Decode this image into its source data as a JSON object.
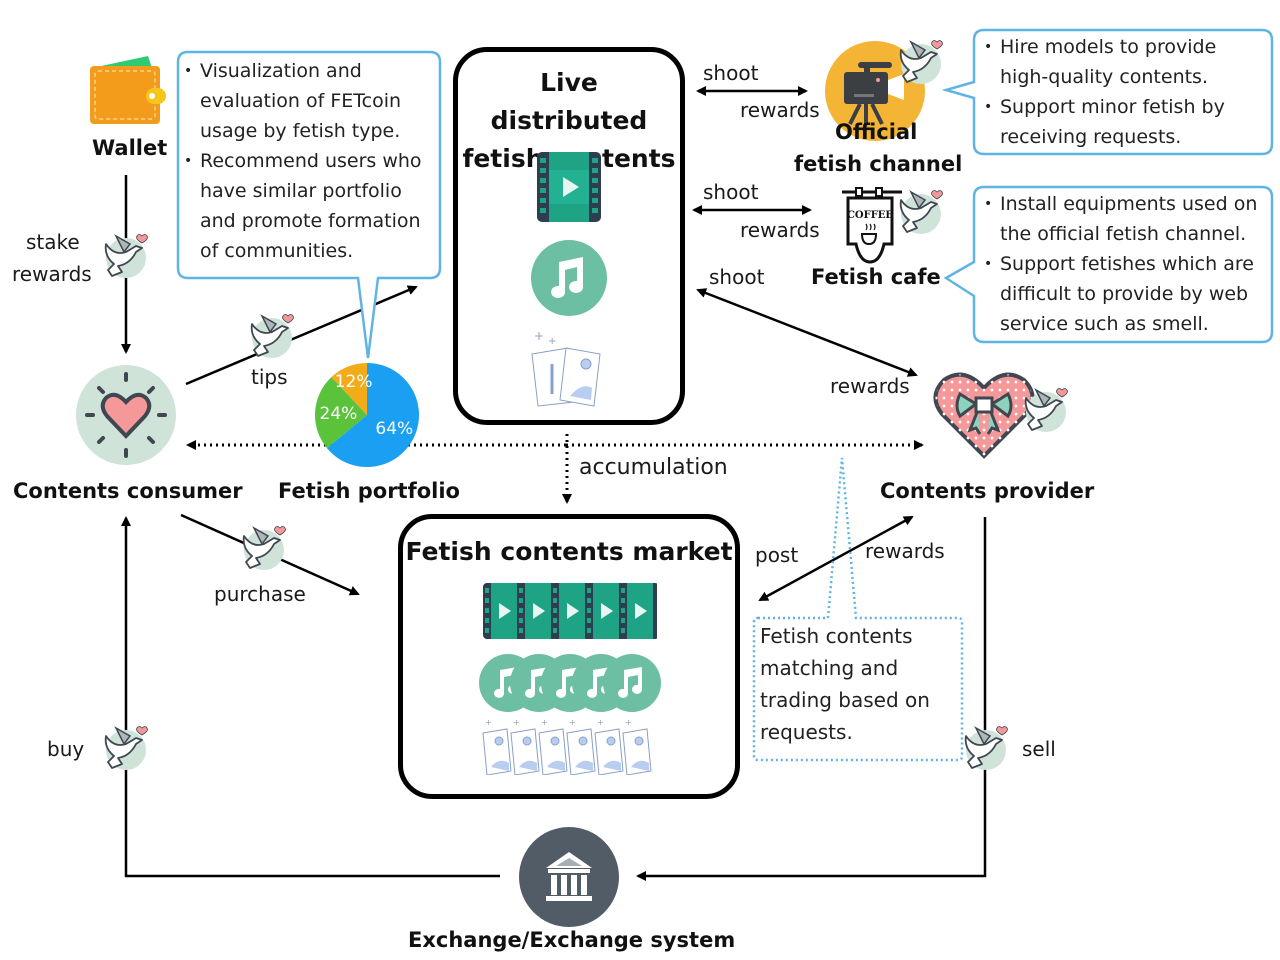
{
  "colors": {
    "callout_border": "#5fb4e3",
    "dove_bg": "#cfe3d8",
    "mint": "#6dbfa3",
    "film": "#1fa385",
    "film_dark": "#2c3e50",
    "wallet": "#f39c1b",
    "bank": "#525c66",
    "heart_pink": "#f4989a",
    "official_bg": "#f4b537",
    "pie_blue": "#1a9ff2",
    "pie_green": "#5ac33b",
    "pie_orange": "#f2ac1a"
  },
  "nodes": {
    "wallet": "Wallet",
    "live": {
      "line1": "Live distributed",
      "line2": "fetish contents"
    },
    "official": {
      "line1": "Official",
      "line2": "fetish channel"
    },
    "cafe": "Fetish cafe",
    "cafe_sign": "COFFEE",
    "consumer": "Contents consumer",
    "portfolio": "Fetish portfolio",
    "provider": "Contents provider",
    "market": "Fetish contents market",
    "exchange": "Exchange/Exchange system"
  },
  "edges": {
    "stake": "stake",
    "stake_rewards": "rewards",
    "tips": "tips",
    "shoot_official": "shoot",
    "rewards_official": "rewards",
    "shoot_cafe": "shoot",
    "rewards_cafe": "rewards",
    "shoot_provider": "shoot",
    "rewards_provider": "rewards",
    "accumulation": "accumulation",
    "purchase": "purchase",
    "post": "post",
    "rewards_post": "rewards",
    "buy": "buy",
    "sell": "sell"
  },
  "callouts": {
    "portfolio": [
      "Visualization and evaluation of FETcoin usage by fetish type.",
      "Recommend users who have similar portfolio and promote formation of communities."
    ],
    "official": [
      "Hire models to provide high-quality contents.",
      "Support minor fetish by receiving requests."
    ],
    "cafe": [
      "Install equipments used on the official fetish channel.",
      "Support fetishes which are difficult to provide by web service such as smell."
    ],
    "market": "Fetish contents matching and trading based on requests."
  },
  "chart_data": {
    "type": "pie",
    "title": "Fetish portfolio",
    "labels": [
      "64%",
      "24%",
      "12%"
    ],
    "values": [
      64,
      24,
      12
    ],
    "slice_colors": [
      "#1a9ff2",
      "#5ac33b",
      "#f2ac1a"
    ]
  }
}
